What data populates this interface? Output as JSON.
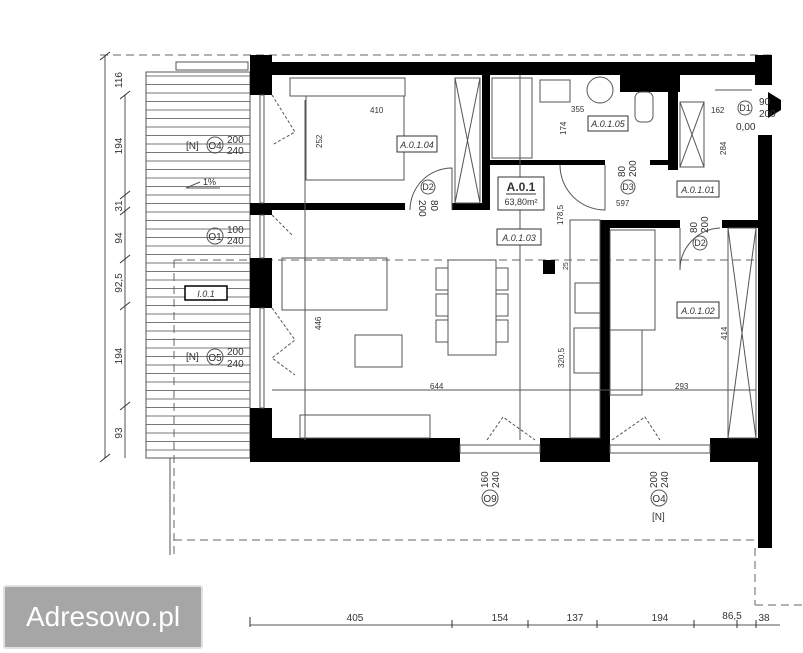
{
  "plan": {
    "apartment": {
      "id": "A.0.1",
      "area": "63,80m²"
    },
    "rooms": [
      "A.0.1.04",
      "A.0.1.05",
      "A.0.1.01",
      "A.0.1.03",
      "A.0.1.02",
      "I.0.1"
    ],
    "balcony_slope": "1%",
    "entry_level": "0,00",
    "openings": {
      "o4_top": {
        "id": "O4",
        "tag": "[N]",
        "w": "200",
        "h": "240"
      },
      "o1": {
        "id": "O1",
        "w": "100",
        "h": "240"
      },
      "o5": {
        "id": "O5",
        "tag": "[N]",
        "w": "200",
        "h": "240"
      },
      "o9": {
        "id": "O9",
        "w": "160",
        "h": "240"
      },
      "o4_bottom": {
        "id": "O4",
        "tag": "[N]",
        "w": "200",
        "h": "240"
      },
      "d1": {
        "id": "D1",
        "w": "90",
        "h": "200"
      },
      "d2_bed": {
        "id": "D2",
        "w": "80",
        "h": "200"
      },
      "d2_room": {
        "id": "D2",
        "w": "80",
        "h": "200"
      },
      "d3": {
        "id": "D3",
        "w": "80",
        "h": "200"
      }
    },
    "inner_dims": {
      "d410": "410",
      "d252": "252",
      "d355": "355",
      "d174": "174",
      "d162": "162",
      "d284": "284",
      "d597": "597",
      "d1785": "178,5",
      "d446": "446",
      "d644": "644",
      "d3205": "320,5",
      "d293": "293",
      "d414": "414",
      "d25": "25"
    },
    "left_dims": [
      "116",
      "194",
      "31",
      "94",
      "92,5",
      "194",
      "93"
    ],
    "bottom_dims": [
      "405",
      "154",
      "137",
      "194",
      "86,5",
      "38"
    ]
  },
  "watermark": "Adresowo.pl",
  "colors": {
    "walls": "#000000",
    "lines": "#555555",
    "logo_bg": "#a6a6a6"
  }
}
